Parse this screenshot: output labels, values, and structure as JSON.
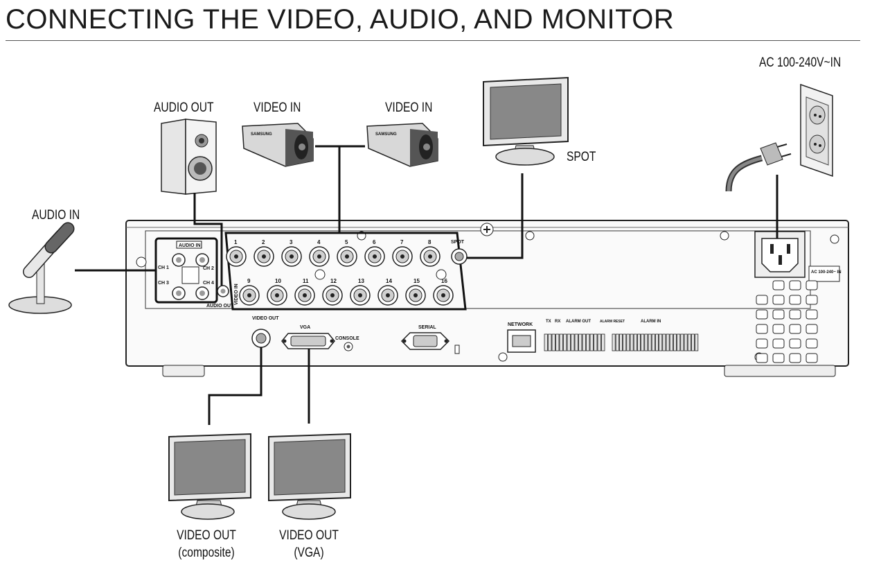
{
  "title": "CONNECTING THE VIDEO, AUDIO, AND MONITOR",
  "labels": {
    "audio_out": "AUDIO OUT",
    "video_in_1": "VIDEO IN",
    "video_in_2": "VIDEO IN",
    "spot": "SPOT",
    "ac_power": "AC 100-240V~IN",
    "audio_in": "AUDIO IN",
    "video_out_composite_1": "VIDEO OUT",
    "video_out_composite_2": "(composite)",
    "video_out_vga_1": "VIDEO OUT",
    "video_out_vga_2": "(VGA)"
  },
  "panel": {
    "audio_in_box": "AUDIO IN",
    "ch1": "CH 1",
    "ch2": "CH 2",
    "ch3": "CH 3",
    "ch4": "CH 4",
    "audio_out": "AUDIO OUT",
    "video_in": "VIDEO IN",
    "spot": "SPOT",
    "video_out": "VIDEO OUT",
    "vga": "VGA",
    "console": "CONSOLE",
    "serial": "SERIAL",
    "network": "NETWORK",
    "tx": "TX",
    "rx": "RX",
    "alarm_out": "ALARM OUT",
    "alarm_reset": "ALARM RESET",
    "alarm_in": "ALARM IN",
    "ac_in": "AC 100-240~ IN",
    "camera_brand": "SAMSUNG",
    "bnc_top": [
      "1",
      "2",
      "3",
      "4",
      "5",
      "6",
      "7",
      "8"
    ],
    "bnc_bottom": [
      "9",
      "10",
      "11",
      "12",
      "13",
      "14",
      "15",
      "16"
    ]
  }
}
